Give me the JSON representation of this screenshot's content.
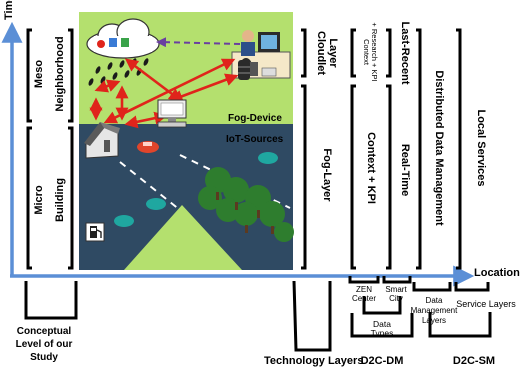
{
  "axes": {
    "y_label": "Time",
    "x_label": "Location"
  },
  "left_scale": {
    "meso": "Meso",
    "neighborhood": "Neighborhood",
    "micro": "Micro",
    "building": "Building",
    "conceptual_level": [
      "Conceptual",
      "Level of our",
      "Study"
    ]
  },
  "scene": {
    "fog_device": "Fog-Device",
    "iot_sources": "IoT-Sources"
  },
  "technology": {
    "cloudlet": [
      "Cloudlet",
      "Layer"
    ],
    "fog_layer": "Fog-Layer",
    "footer": "Technology Layers"
  },
  "d2c_dm": {
    "context_research": [
      "Context",
      "+ Research + KPI"
    ],
    "context_kpi": "Context + KPI",
    "last_recent": "Last-Recent",
    "real_time": "Real-Time",
    "zen_center": [
      "ZEN",
      "Center"
    ],
    "smart_city": [
      "Smart",
      "City"
    ],
    "data_types": [
      "Data",
      "Types"
    ],
    "footer": "D2C-DM"
  },
  "d2c_sm": {
    "distributed": "Distributed Data Management",
    "local_services": "Local Services",
    "data_mgmt_layers": [
      "Data",
      "Management",
      "Layers"
    ],
    "service_layers": "Service Layers",
    "footer": "D2C-SM"
  },
  "colors": {
    "green_bg": "#b4e06e",
    "road": "#2f4a63",
    "axis_blue": "#5b8fd6",
    "red_arrow": "#e0241b",
    "purple_dash": "#6a3fa0"
  }
}
